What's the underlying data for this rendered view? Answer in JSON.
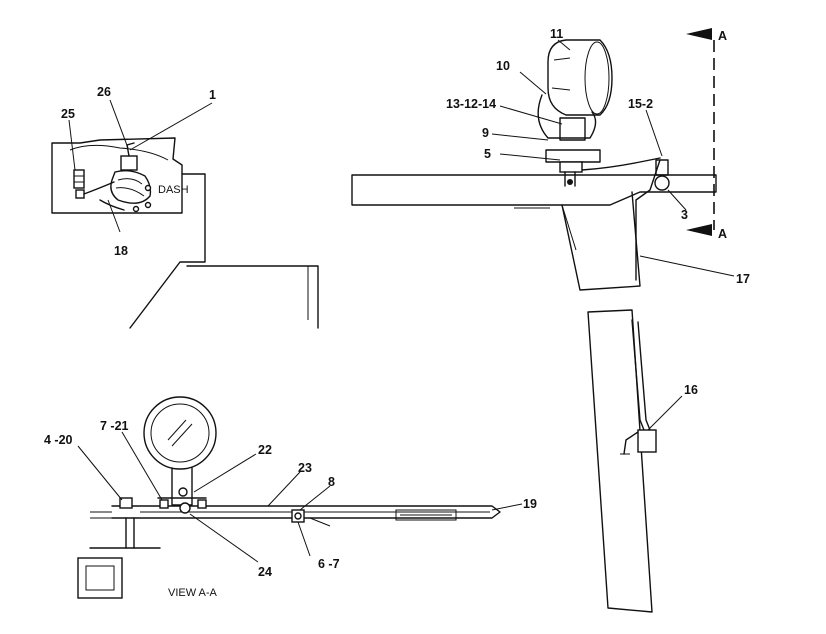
{
  "callouts": {
    "c1": "1",
    "c25": "25",
    "c26": "26",
    "c18": "18",
    "c11": "11",
    "c10": "10",
    "c13_12_14": "13-12-14",
    "c9": "9",
    "c5": "5",
    "c15_2": "15-2",
    "c3": "3",
    "c17": "17",
    "c16": "16",
    "c4_20": "4 -20",
    "c7_21": "7 -21",
    "c22": "22",
    "c23": "23",
    "c8": "8",
    "c19": "19",
    "c24": "24",
    "c6_7": "6 -7"
  },
  "labels": {
    "dash": "DASH",
    "view_aa": "VIEW A-A",
    "section_top": "A",
    "section_bottom": "A"
  }
}
